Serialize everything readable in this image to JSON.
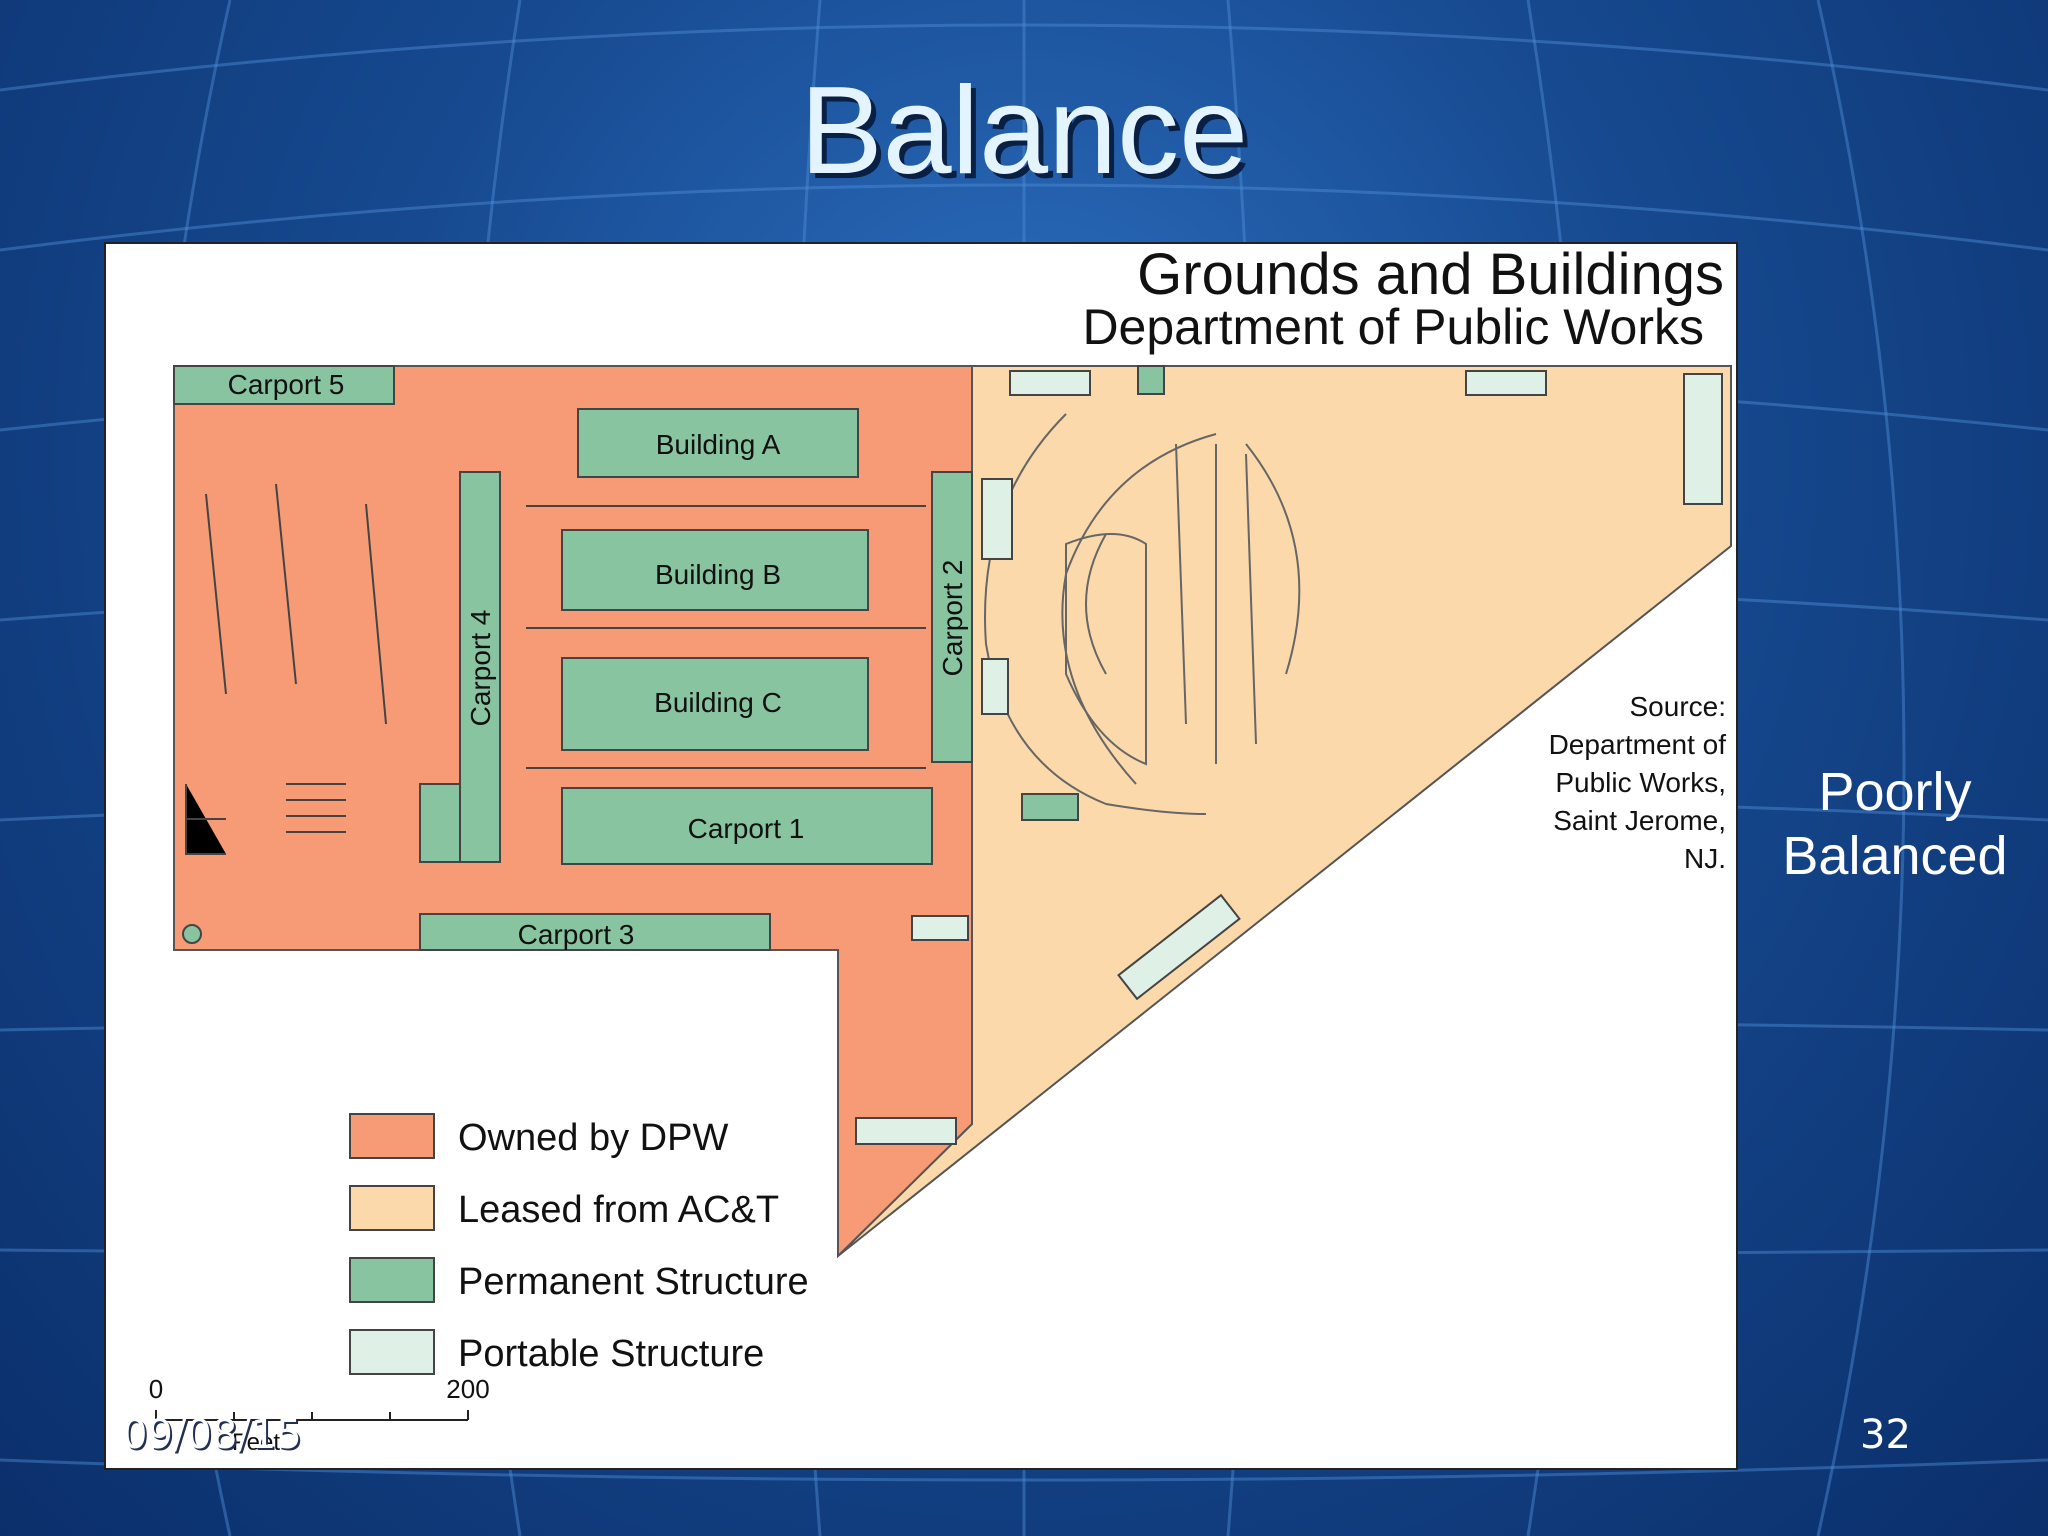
{
  "slide": {
    "title": "Balance",
    "side_note_line1": "Poorly",
    "side_note_line2": "Balanced",
    "date": "09/08/15",
    "page_number": "32"
  },
  "map": {
    "title": "Grounds and Buildings",
    "subtitle": "Department of Public Works",
    "source_lines": [
      "Source:",
      "Department of",
      "Public Works,",
      "Saint Jerome,",
      "NJ."
    ],
    "labels": {
      "building_a": "Building A",
      "building_b": "Building B",
      "building_c": "Building C",
      "carport_1": "Carport 1",
      "carport_2": "Carport 2",
      "carport_3": "Carport 3",
      "carport_4": "Carport 4",
      "carport_5": "Carport 5"
    },
    "legend": [
      {
        "label": "Owned by DPW",
        "color": "#f79a76"
      },
      {
        "label": "Leased from AC&T",
        "color": "#fcd9aa"
      },
      {
        "label": "Permanent Structure",
        "color": "#88c4a0"
      },
      {
        "label": "Portable Structure",
        "color": "#dff1e6"
      }
    ],
    "scale": {
      "start": "0",
      "end": "200",
      "unit": "Feet"
    }
  },
  "colors": {
    "owned": "#f79a76",
    "leased": "#fcd9aa",
    "permanent": "#88c4a0",
    "portable": "#dff1e6"
  }
}
